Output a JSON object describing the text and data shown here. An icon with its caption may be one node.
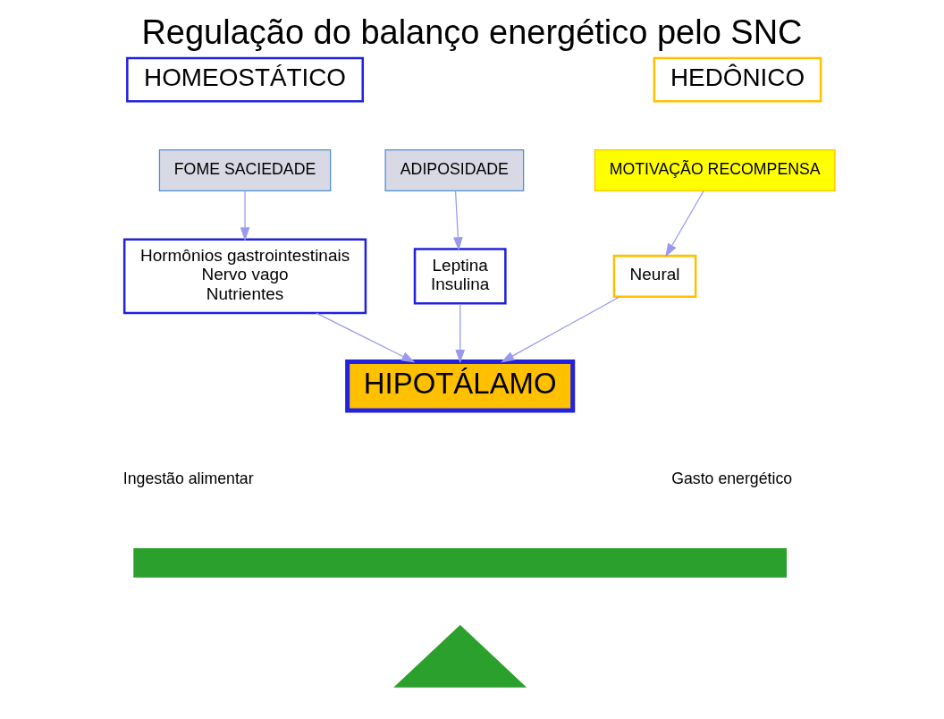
{
  "diagram": {
    "title": "Regulação do balanço energético pelo SNC",
    "nodes": [
      {
        "text": [
          "HOMEOSTÁTICO"
        ]
      },
      {
        "text": [
          "HEDÔNICO"
        ]
      },
      {
        "text": [
          "FOME SACIEDADE"
        ]
      },
      {
        "text": [
          "ADIPOSIDADE"
        ]
      },
      {
        "text": [
          "MOTIVAÇÃO RECOMPENSA"
        ]
      },
      {
        "text": [
          "Hormônios gastrointestinais",
          "Nervo vago",
          "Nutrientes"
        ]
      },
      {
        "text": [
          "Leptina",
          "Insulina"
        ]
      },
      {
        "text": [
          "Neural"
        ]
      },
      {
        "text": [
          "HIPOTÁLAMO"
        ]
      },
      {
        "text": [],
        "shape": "bar"
      },
      {
        "text": [],
        "shape": "triangle"
      }
    ],
    "edges": [
      {
        "from": 2,
        "to": 5,
        "arrow": "to"
      },
      {
        "from": 3,
        "to": 6,
        "arrow": "to"
      },
      {
        "from": 4,
        "to": 7,
        "arrow": "to"
      },
      {
        "from": 5,
        "to": 8,
        "arrow": "to"
      },
      {
        "from": 6,
        "to": 8,
        "arrow": "to"
      },
      {
        "from": 7,
        "to": 8,
        "arrow": "to"
      }
    ],
    "labels": [
      "Ingestão alimentar",
      "Gasto energético"
    ]
  }
}
